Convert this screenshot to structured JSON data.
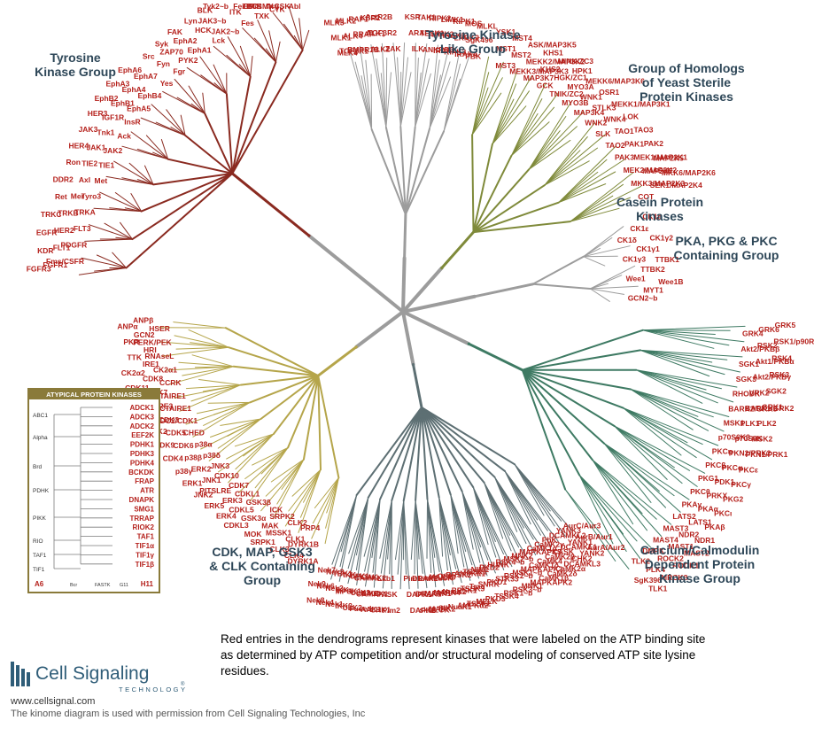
{
  "colors": {
    "red": "#b5211c",
    "grey_branch": "#9c9c9c",
    "tk_branch": "#8a2a20",
    "ste_branch": "#7f8a3a",
    "cmgc_branch": "#b5a54a",
    "agc_branch": "#3e7a63",
    "camk_branch": "#5d6f73",
    "title": "#2e4758"
  },
  "groups": {
    "tk": [
      "Tyrosine",
      "Kinase Group"
    ],
    "tkl": [
      "Tyrosine Kinase",
      "Like Group"
    ],
    "ste": [
      "Group of Homologs",
      "of Yeast Sterile",
      "Protein Kinases"
    ],
    "ck1": [
      "Casein Protein",
      "Kinases"
    ],
    "agc": [
      "PKA, PKG & PKC",
      "Containing Group"
    ],
    "cmgc": [
      "CDK, MAP, GSK3",
      "& CLK Containing",
      "Group"
    ],
    "camk": [
      "Calcium/Calmodulin",
      "Dependent Protein",
      "Kinase Group"
    ]
  },
  "atypical": {
    "title": "ATYPICAL PROTEIN KINASES",
    "families": [
      "ABC1",
      "Alpha",
      "Brd",
      "PDHK",
      "PIKK",
      "RIO",
      "TAF1",
      "TIF1"
    ],
    "kinases": [
      "ADCK1",
      "ADCK3",
      "ADCK2",
      "EEF2K",
      "PDHK1",
      "PDHK3",
      "PDHK4",
      "BCKDK",
      "FRAP",
      "ATR",
      "DNAPK",
      "SMG1",
      "TRRAP",
      "RIOK2",
      "TAF1",
      "TIF1α",
      "TIF1γ",
      "TIF1β"
    ],
    "corner_left": "A6",
    "corner_right": "H11",
    "bottom": [
      "Bcr",
      "FASTK",
      "G11"
    ]
  },
  "kinases": {
    "tk": [
      "FGFR3",
      "FGFR1",
      "Fms/CSFR",
      "KDR",
      "FLT1",
      "PDGFR",
      "EGFR",
      "HER2",
      "FLT3",
      "TRKC",
      "TRKB",
      "TRKA",
      "Ret",
      "Mer",
      "Tyro3",
      "DDR2",
      "Axl",
      "Met",
      "Ron",
      "TIE2",
      "TIE1",
      "HER4",
      "JAK1",
      "JAK2",
      "JAK3",
      "Tnk1",
      "Ack",
      "HER3",
      "IGF1R",
      "InsR",
      "EphB2",
      "EphB1",
      "EphA5",
      "EphA3",
      "EphA4",
      "EphB4",
      "EphA6",
      "EphA7",
      "Yes",
      "Src",
      "Fyn",
      "Fgr",
      "Syk",
      "ZAP70",
      "PYK2",
      "FAK",
      "EphA2",
      "EphA1",
      "Lyn",
      "HCK",
      "Lck",
      "BLK",
      "JAK3~b",
      "JAK2~b",
      "Tyk2~b",
      "ITK",
      "Fes",
      "Fer",
      "TEC",
      "TXK",
      "BTK",
      "Etk/BMX",
      "CTK",
      "Arg",
      "CSK",
      "Abl"
    ],
    "tkl": [
      "MLK3",
      "MLK1",
      "MLK4",
      "MLK2",
      "ALK4",
      "TGFβR1",
      "RAF1",
      "BRAF",
      "BMPR1B",
      "KSR2",
      "ALK1",
      "ALK2",
      "ActR2B",
      "TGFβR2",
      "ZAK",
      "KSR",
      "ARAF",
      "ILK",
      "TAK1",
      "TESK1",
      "ANKRD3",
      "RIPK2",
      "LIMK2",
      "IRAK1",
      "LIMK1",
      "IRAK3",
      "RIPK3",
      "RIPK1",
      "LRRK2",
      "IRAK4",
      "MOS",
      "SgK496",
      "PBK",
      "MLKL"
    ],
    "ste": [
      "YSK1",
      "MST1",
      "MST3",
      "MST4",
      "MST2",
      "MEKK3/MAP3K3",
      "ASK/MAP3K5",
      "MEKK2/MAP3K2",
      "MAP3K7",
      "KHS1",
      "KHS2",
      "GCK",
      "MINK/ZC3",
      "HGK/ZC1",
      "TNIK/ZC2",
      "HPK1",
      "MYO3A",
      "MYO3B",
      "MEKK6/MAP3K6",
      "WNK1",
      "MAP3K4",
      "OSR1",
      "STLK3",
      "WNK2",
      "MEKK1/MAP3K1",
      "WNK4",
      "SLK",
      "LOK",
      "TAO1",
      "TAO2",
      "TAO3",
      "PAK1",
      "PAK3",
      "PAK2",
      "MEK1/MAP2K1",
      "MEK2/MAP2K2",
      "MAP2K5",
      "MAP2K7",
      "MKK3/MAP2K3",
      "MKK6/MAP2K6",
      "SEK1/MAP2K4",
      "COT"
    ],
    "ck1": [
      "CK1α",
      "CK1ε",
      "CK1δ",
      "CK1γ2",
      "CK1γ1",
      "CK1γ3",
      "TTBK1",
      "TTBK2",
      "Wee1",
      "Wee1B",
      "MYT1",
      "GCN2~b"
    ],
    "agc": [
      "GRK5",
      "GRK6",
      "GRK4",
      "RSK1/p90RSK",
      "RSK2",
      "Akt2/PKBβ",
      "RSK4",
      "Akt1/PKBα",
      "SGK1",
      "RSK3",
      "Akt2/PKBγ",
      "SGK3",
      "SGK2",
      "VRK2",
      "RHODK",
      "GRK1",
      "BARK1/GRK2",
      "BARK2/GRK3",
      "PLK2",
      "PLK1",
      "MSK1",
      "MSK2",
      "p70S6K",
      "p70S6Kβ",
      "PKN1/PRK1",
      "PKN2/PRK2",
      "PKCη",
      "PKCε",
      "PKCα",
      "PKCβ",
      "PKCγ",
      "PDK1",
      "PKG1",
      "PKG2",
      "PRKX",
      "PKCθ",
      "PKCι",
      "PKAα",
      "PKAγ",
      "PKAβ",
      "LATS1",
      "LATS2",
      "NDR1",
      "NDR2",
      "MAST3",
      "MAST2",
      "MAST1",
      "MAST4",
      "ROCK1",
      "ROCK2",
      "DMPK",
      "MRCKβ",
      "PLK4",
      "TLK2",
      "TLK1",
      "SgK396"
    ],
    "cmgc": [
      "DYRK1A",
      "DYRK1B",
      "PRP4",
      "CLK4",
      "CLK1",
      "CLK2",
      "CLK3",
      "MSSK1",
      "SRPK2",
      "SRPK1",
      "MAK",
      "ICK",
      "MOK",
      "GSK3α",
      "GSK3β",
      "CDKL3",
      "CDKL5",
      "CDKL1",
      "ERK4",
      "ERK3",
      "CDK7",
      "ERK5",
      "PITSLRE",
      "CDK10",
      "JNK2",
      "JNK1",
      "JNK3",
      "ERK1",
      "ERK2",
      "p38δ",
      "p38γ",
      "p38β",
      "p38α",
      "CDK4",
      "CDK6",
      "CHED",
      "CDK9",
      "CDK5",
      "CDC2/CDK1",
      "CDK2",
      "CDK3",
      "PCTAIRE1",
      "PCTAIRE2",
      "PCTAIRE3",
      "PFTAIRE1",
      "PFTAIRE2",
      "CRK7",
      "CCRK",
      "CDK11",
      "CDK8",
      "CK2α1",
      "CK2α2",
      "IRE1",
      "RNAseL",
      "TTK",
      "HRI",
      "PERK/PEK",
      "PKR",
      "GCN2",
      "HSER",
      "ANPα",
      "ANPβ"
    ],
    "camk": [
      "AurA/Aur2",
      "AurB/Aur1",
      "AurC/Aur3",
      "YANK2",
      "YANK1",
      "YANK3",
      "CHK2",
      "DCAMKL1",
      "DCAMKL2",
      "DCAMKL3",
      "CASK",
      "PhK",
      "CaMK2α",
      "CaMK2β",
      "CaMK2γ",
      "CaMK2δ",
      "CaMK4",
      "CaMK1α",
      "CaMK1β",
      "CaMK1δ",
      "MAPKAPK5",
      "MAPKAPK2",
      "MAPKAPK3",
      "MNK2",
      "MNK1",
      "MSK1~b",
      "MSK2~b",
      "RSK3~b",
      "RSK2~b",
      "RSK4~b",
      "RSK1~b",
      "STK33",
      "HUNK",
      "TSSK4",
      "PKD1",
      "PKD2",
      "PKD3",
      "SNRK",
      "NIM1",
      "MELK",
      "Trad",
      "TSSK1",
      "TSSK2",
      "TSSK3",
      "AMPKα1",
      "AMPKα2",
      "BRSK1",
      "BRSK2",
      "NuaK1",
      "NuaK2",
      "QSK",
      "SIK",
      "MARK4",
      "MARK3",
      "MARK2",
      "MARK1",
      "smMLCK",
      "skMLCK",
      "DRAK1",
      "DRAK2",
      "DAPK2",
      "DAPK1",
      "Pim1",
      "Pim2",
      "PASK",
      "Lkb1",
      "CHK1",
      "CAMKK1",
      "CAMKK2",
      "AAK1",
      "BIKE",
      "GAK",
      "Fused",
      "ULK3",
      "ULK1",
      "ULK2",
      "MPSK1",
      "IKKα",
      "IKKβ",
      "IKKε",
      "TBK1",
      "Nek1",
      "Nek2",
      "Nek3",
      "Nek4",
      "Nek6",
      "Nek7",
      "Nek8",
      "Nek9"
    ]
  },
  "legend_text": "Red entries in the dendrograms represent kinases that were labeled on the ATP binding site as determined by ATP competition and/or structural modeling of conserved ATP site lysine residues.",
  "brand": {
    "name": "Cell Signaling",
    "tagline": "TECHNOLOGY",
    "mark": "®"
  },
  "footer": {
    "url": "www.cellsignal.com",
    "note": "The kinome diagram is used with permission from Cell Signaling Technologies, Inc"
  }
}
